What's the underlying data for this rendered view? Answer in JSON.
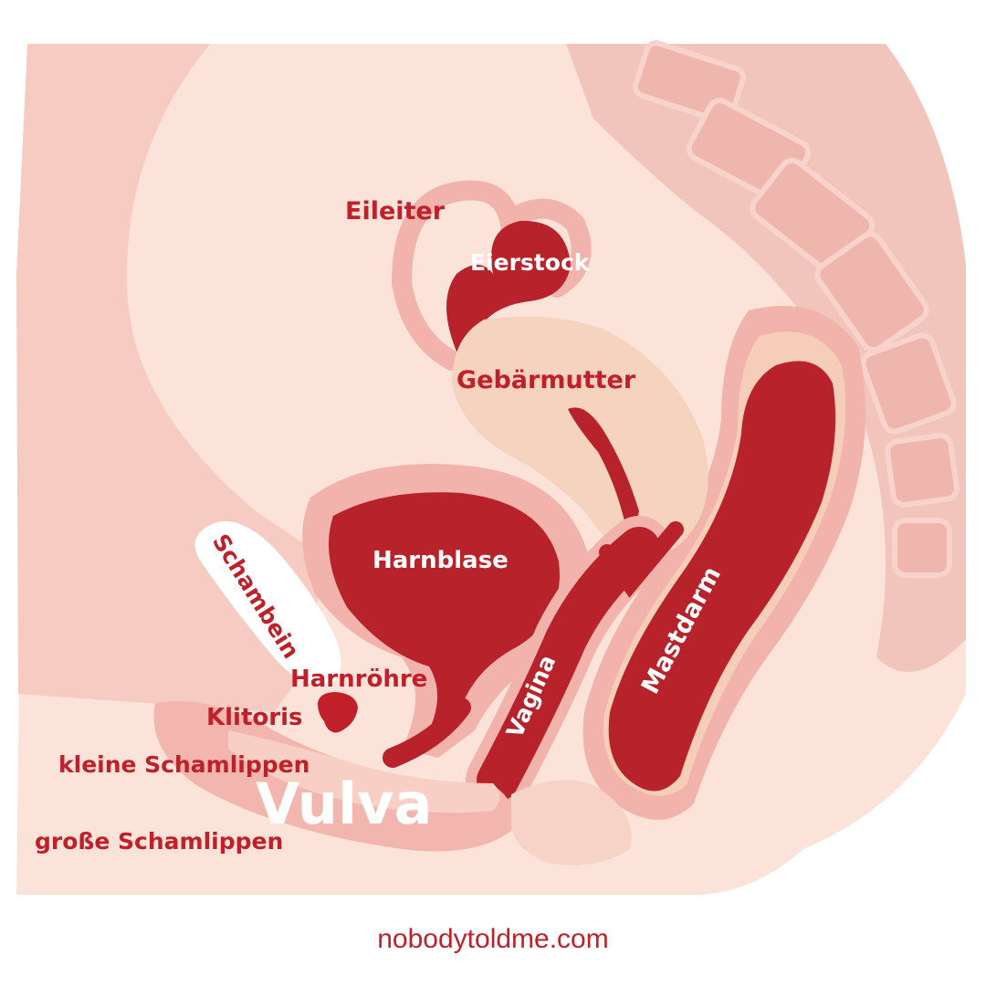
{
  "labels": {
    "eileiter": "Eileiter",
    "eierstock": "Eierstock",
    "gebaermutter": "Gebärmutter",
    "harnblase": "Harnblase",
    "schambein": "Schambein",
    "harnroehre": "Harnröhre",
    "klitoris": "Klitoris",
    "kleine_schamlippen": "kleine Schamlippen",
    "vulva": "Vulva",
    "grosse_schamlippen": "große Schamlippen",
    "vagina": "Vagina",
    "mastdarm": "Mastdarm"
  },
  "footer": {
    "website": "nobodytoldme.com"
  },
  "colors": {
    "label_red": "#c0202a",
    "label_white": "#ffffff",
    "organ_red": "#b8222b",
    "tissue_pink": "#f3b6ae",
    "skin_light": "#fbe3da",
    "uterus_peach": "#f6d3bf",
    "bone_pink": "#f0c2b8"
  }
}
